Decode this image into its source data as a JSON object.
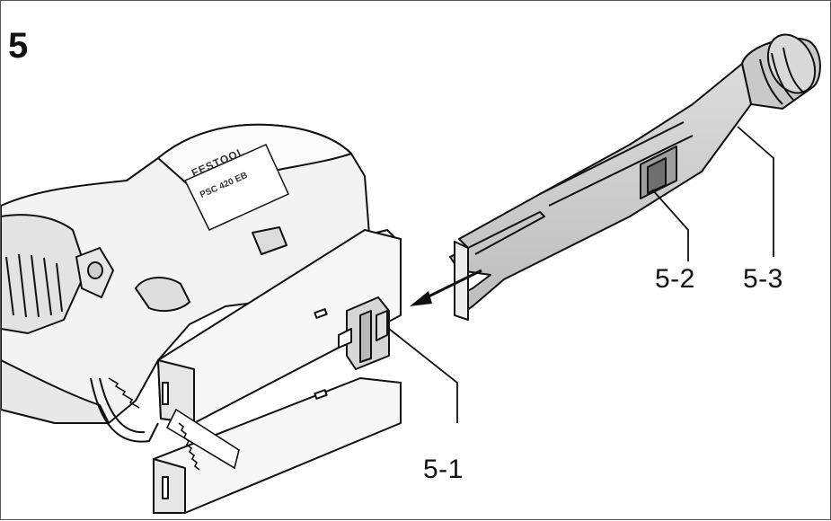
{
  "figure": {
    "number": "5"
  },
  "machine": {
    "brand": "FESTOOL",
    "model": "PSC 420 EB"
  },
  "callouts": [
    {
      "id": "5-1",
      "label": "5-1"
    },
    {
      "id": "5-2",
      "label": "5-2"
    },
    {
      "id": "5-3",
      "label": "5-3"
    }
  ],
  "colors": {
    "line": "#111111",
    "body_fill": "#f2f2f2",
    "tube_fill": "#cfcfcf",
    "shadow_fill": "#bdbdbd"
  }
}
